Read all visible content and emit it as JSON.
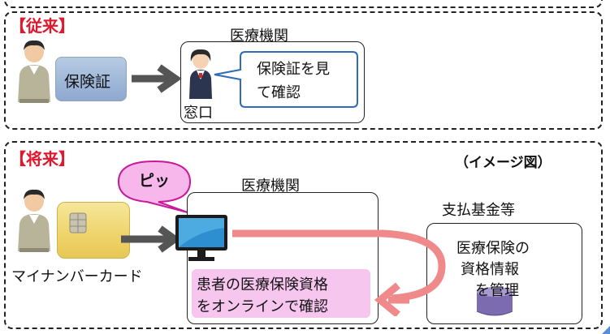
{
  "old": {
    "label": "従来",
    "facility": "医療機関",
    "card": "保険証",
    "bubble_line1": "保険証を見",
    "bubble_line2": "て確認",
    "counter": "窓口"
  },
  "new": {
    "label": "将来",
    "image_note": "（イメージ図）",
    "beep": "ピッ",
    "facility": "医療機関",
    "fund": "支払基金等",
    "card_name": "マイナンバーカード",
    "online_line1": "患者の医療保険資格",
    "online_line2": "をオンラインで確認",
    "fund_line1": "医療保険の",
    "fund_line2": "資格情報",
    "fund_line3": "を管理"
  },
  "colors": {
    "label_red": "#e3162b",
    "arrow_gray": "#555555",
    "arrow_pink": "#f08a8a",
    "bubble_blue": "#2f6bb6",
    "pink_bubble": "#f7b7ea",
    "pink_box": "#f6c6ee"
  },
  "icons": [
    "person-icon",
    "receptionist-icon",
    "monitor-icon",
    "database-icon"
  ]
}
